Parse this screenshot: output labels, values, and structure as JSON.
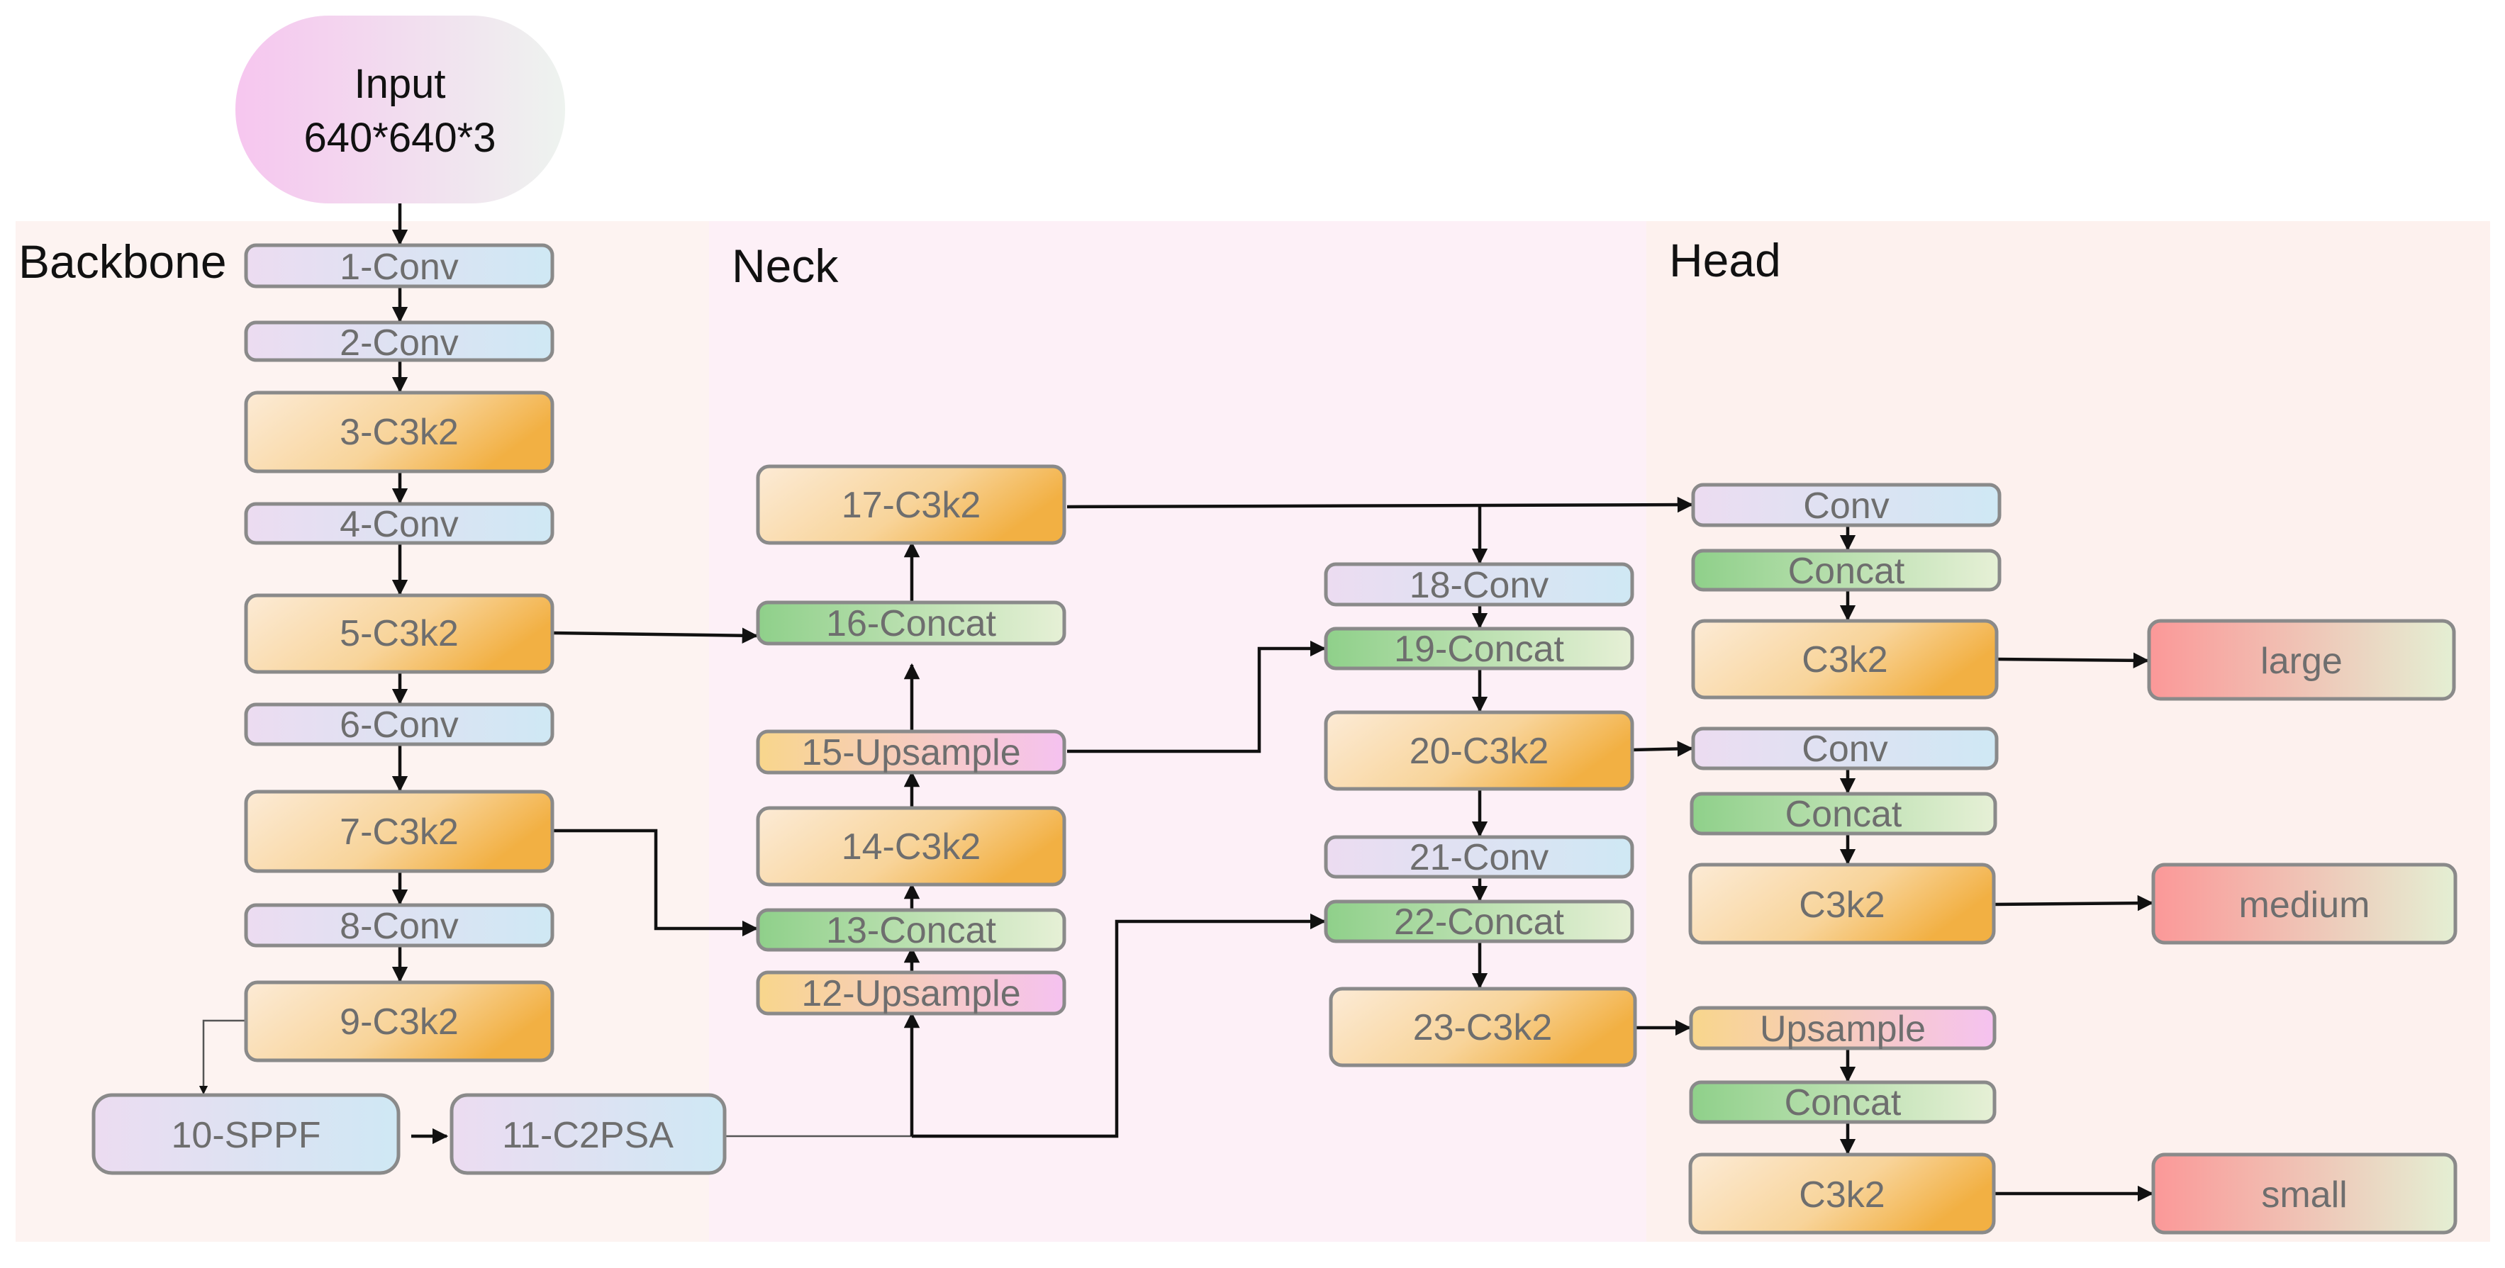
{
  "sections": {
    "backbone": "Backbone",
    "neck": "Neck",
    "head": "Head"
  },
  "input": {
    "line1": "Input",
    "line2": "640*640*3"
  },
  "nodes": {
    "n1": "1-Conv",
    "n2": "2-Conv",
    "n3": "3-C3k2",
    "n4": "4-Conv",
    "n5": "5-C3k2",
    "n6": "6-Conv",
    "n7": "7-C3k2",
    "n8": "8-Conv",
    "n9": "9-C3k2",
    "n10": "10-SPPF",
    "n11": "11-C2PSA",
    "n12": "12-Upsample",
    "n13": "13-Concat",
    "n14": "14-C3k2",
    "n15": "15-Upsample",
    "n16": "16-Concat",
    "n17": "17-C3k2",
    "n18": "18-Conv",
    "n19": "19-Concat",
    "n20": "20-C3k2",
    "n21": "21-Conv",
    "n22": "22-Concat",
    "n23": "23-C3k2",
    "hL_conv": "Conv",
    "hL_concat": "Concat",
    "hL_c3k2": "C3k2",
    "hM_conv": "Conv",
    "hM_concat": "Concat",
    "hM_c3k2": "C3k2",
    "hS_up": "Upsample",
    "hS_concat": "Concat",
    "hS_c3k2": "C3k2",
    "out_large": "large",
    "out_medium": "medium",
    "out_small": "small"
  },
  "colors": {
    "conv": [
      "#ecdcf1",
      "#cfe8f4"
    ],
    "c3k2": [
      "#fbe8d0",
      "#f2b448"
    ],
    "concat": [
      "#8fd08a",
      "#e4efd3"
    ],
    "upsample": [
      "#f8d790",
      "#f5c4ef"
    ],
    "output": [
      "#fa9a9a",
      "#e4efd3"
    ],
    "input": [
      "#f6c8ef",
      "#eef3ee"
    ],
    "backbone_bg": "#fdf3f1",
    "neck_bg": "#fdf0f7",
    "head_bg": "#fdf1ee"
  }
}
